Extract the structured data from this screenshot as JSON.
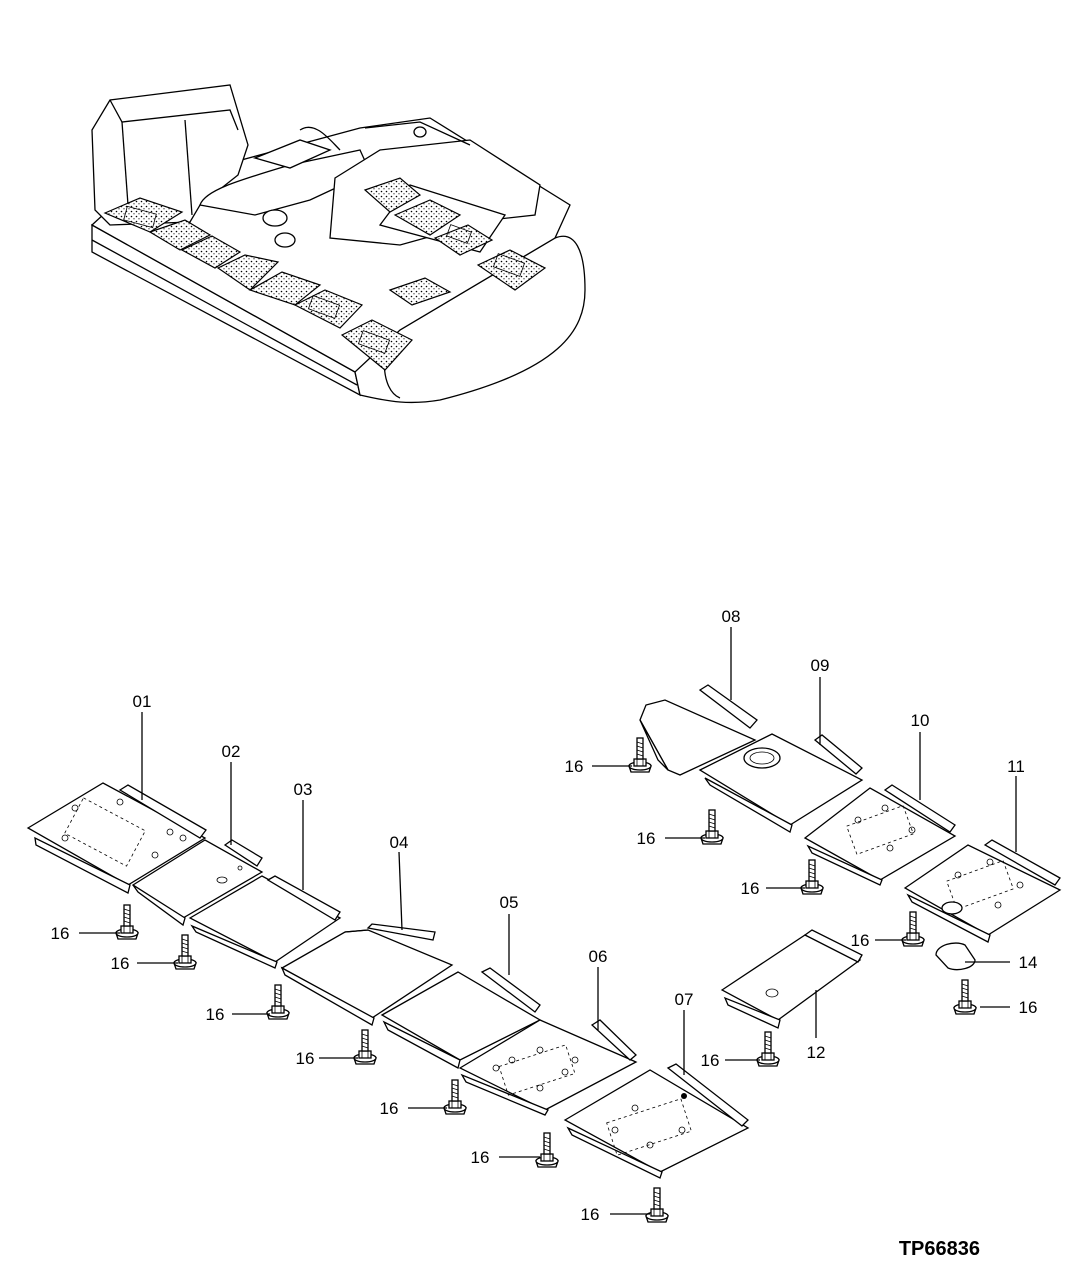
{
  "drawing_ref": "TP66836",
  "part_labels": {
    "p01": "01",
    "p02": "02",
    "p03": "03",
    "p04": "04",
    "p05": "05",
    "p06": "06",
    "p07": "07",
    "p08": "08",
    "p09": "09",
    "p10": "10",
    "p11": "11",
    "p12": "12",
    "p14": "14"
  },
  "bolt_label": "16"
}
